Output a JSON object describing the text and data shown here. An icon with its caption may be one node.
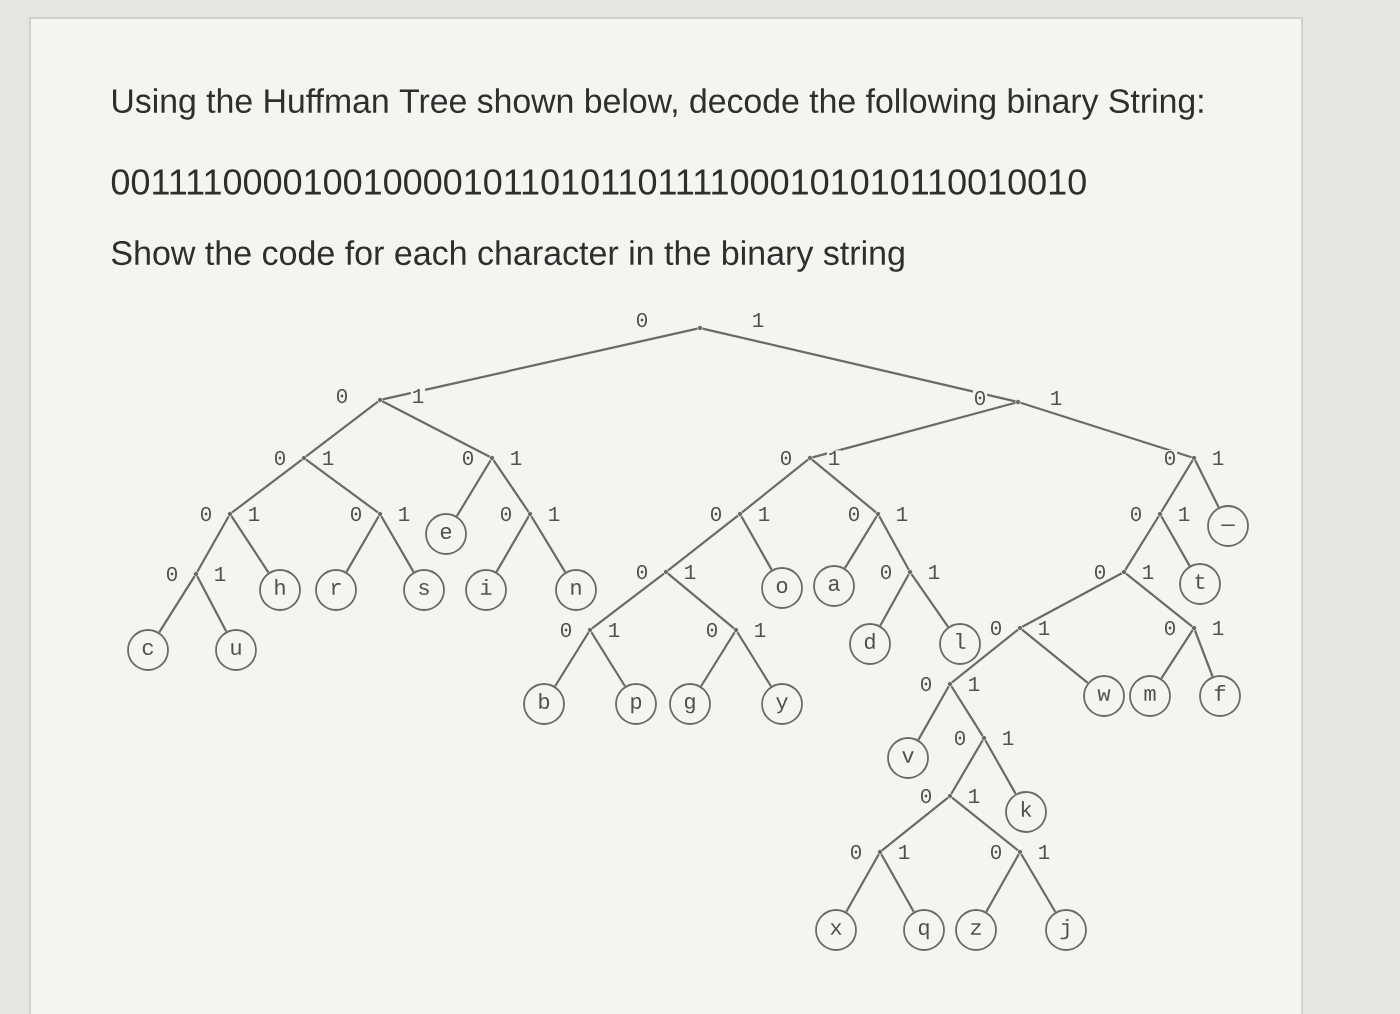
{
  "diagram": {
    "nodes": [
      {
        "text": [],
        "shape": "point"
      },
      {
        "text": [],
        "shape": "point"
      },
      {
        "text": [],
        "shape": "point"
      },
      {
        "text": [],
        "shape": "point"
      },
      {
        "text": [],
        "shape": "point"
      },
      {
        "text": [],
        "shape": "point"
      },
      {
        "text": [],
        "shape": "point"
      },
      {
        "text": [],
        "shape": "point"
      },
      {
        "text": [],
        "shape": "point"
      },
      {
        "text": [],
        "shape": "point"
      },
      {
        "text": [],
        "shape": "point"
      },
      {
        "text": [],
        "shape": "point"
      },
      {
        "text": [],
        "shape": "point"
      },
      {
        "text": [
          "e"
        ]
      },
      {
        "text": [
          "—"
        ]
      },
      {
        "text": [],
        "shape": "point"
      },
      {
        "text": [],
        "shape": "point"
      },
      {
        "text": [],
        "shape": "point"
      },
      {
        "text": [],
        "shape": "point"
      },
      {
        "text": [
          "h"
        ]
      },
      {
        "text": [
          "r"
        ]
      },
      {
        "text": [
          "s"
        ]
      },
      {
        "text": [
          "i"
        ]
      },
      {
        "text": [
          "n"
        ]
      },
      {
        "text": [
          "o"
        ]
      },
      {
        "text": [
          "a"
        ]
      },
      {
        "text": [
          "t"
        ]
      },
      {
        "text": [],
        "shape": "point"
      },
      {
        "text": [],
        "shape": "point"
      },
      {
        "text": [],
        "shape": "point"
      },
      {
        "text": [],
        "shape": "point"
      },
      {
        "text": [
          "d"
        ]
      },
      {
        "text": [
          "l"
        ]
      },
      {
        "text": [
          "c"
        ]
      },
      {
        "text": [
          "u"
        ]
      },
      {
        "text": [],
        "shape": "point"
      },
      {
        "text": [
          "w"
        ]
      },
      {
        "text": [
          "m"
        ]
      },
      {
        "text": [
          "f"
        ]
      },
      {
        "text": [
          "b"
        ]
      },
      {
        "text": [
          "p"
        ]
      },
      {
        "text": [
          "g"
        ]
      },
      {
        "text": [
          "y"
        ]
      },
      {
        "text": [],
        "shape": "point"
      },
      {
        "text": [
          "v"
        ]
      },
      {
        "text": [],
        "shape": "point"
      },
      {
        "text": [
          "k"
        ]
      },
      {
        "text": [],
        "shape": "point"
      },
      {
        "text": [],
        "shape": "point"
      },
      {
        "text": [
          "x"
        ]
      },
      {
        "text": [
          "q"
        ]
      },
      {
        "text": [
          "z"
        ]
      },
      {
        "text": [
          "j"
        ]
      }
    ],
    "edges": [
      {
        "from": 0,
        "to": 1,
        "arrow": "none",
        "label": "0"
      },
      {
        "from": 0,
        "to": 2,
        "arrow": "none",
        "label": "1"
      },
      {
        "from": 1,
        "to": 3,
        "arrow": "none",
        "label": "0"
      },
      {
        "from": 1,
        "to": 4,
        "arrow": "none",
        "label": "1"
      },
      {
        "from": 2,
        "to": 5,
        "arrow": "none",
        "label": "0"
      },
      {
        "from": 2,
        "to": 6,
        "arrow": "none",
        "label": "1"
      },
      {
        "from": 3,
        "to": 7,
        "arrow": "none",
        "label": "0"
      },
      {
        "from": 3,
        "to": 8,
        "arrow": "none",
        "label": "1"
      },
      {
        "from": 4,
        "to": 13,
        "arrow": "none",
        "label": "0"
      },
      {
        "from": 4,
        "to": 9,
        "arrow": "none",
        "label": "1"
      },
      {
        "from": 5,
        "to": 10,
        "arrow": "none",
        "label": "0"
      },
      {
        "from": 5,
        "to": 11,
        "arrow": "none",
        "label": "1"
      },
      {
        "from": 6,
        "to": 12,
        "arrow": "none",
        "label": "0"
      },
      {
        "from": 6,
        "to": 14,
        "arrow": "none",
        "label": "1"
      },
      {
        "from": 7,
        "to": 15,
        "arrow": "none",
        "label": "0"
      },
      {
        "from": 7,
        "to": 19,
        "arrow": "none",
        "label": "1"
      },
      {
        "from": 8,
        "to": 20,
        "arrow": "none",
        "label": "0"
      },
      {
        "from": 8,
        "to": 21,
        "arrow": "none",
        "label": "1"
      },
      {
        "from": 9,
        "to": 22,
        "arrow": "none",
        "label": "0"
      },
      {
        "from": 9,
        "to": 23,
        "arrow": "none",
        "label": "1"
      },
      {
        "from": 10,
        "to": 16,
        "arrow": "none",
        "label": "0"
      },
      {
        "from": 10,
        "to": 24,
        "arrow": "none",
        "label": "1"
      },
      {
        "from": 11,
        "to": 25,
        "arrow": "none",
        "label": "0"
      },
      {
        "from": 11,
        "to": 17,
        "arrow": "none",
        "label": "1"
      },
      {
        "from": 12,
        "to": 18,
        "arrow": "none",
        "label": "0"
      },
      {
        "from": 12,
        "to": 26,
        "arrow": "none",
        "label": "1"
      },
      {
        "from": 15,
        "to": 33,
        "arrow": "none",
        "label": "0"
      },
      {
        "from": 15,
        "to": 34,
        "arrow": "none",
        "label": "1"
      },
      {
        "from": 16,
        "to": 27,
        "arrow": "none",
        "label": "0"
      },
      {
        "from": 16,
        "to": 28,
        "arrow": "none",
        "label": "1"
      },
      {
        "from": 17,
        "to": 31,
        "arrow": "none",
        "label": "0"
      },
      {
        "from": 17,
        "to": 32,
        "arrow": "none",
        "label": "1"
      },
      {
        "from": 18,
        "to": 29,
        "arrow": "none",
        "label": "0"
      },
      {
        "from": 18,
        "to": 30,
        "arrow": "none",
        "label": "1"
      },
      {
        "from": 27,
        "to": 39,
        "arrow": "none",
        "label": "0"
      },
      {
        "from": 27,
        "to": 40,
        "arrow": "none",
        "label": "1"
      },
      {
        "from": 28,
        "to": 41,
        "arrow": "none",
        "label": "0"
      },
      {
        "from": 28,
        "to": 42,
        "arrow": "none",
        "label": "1"
      },
      {
        "from": 29,
        "to": 35,
        "arrow": "none",
        "label": "0"
      },
      {
        "from": 29,
        "to": 36,
        "arrow": "none",
        "label": "1"
      },
      {
        "from": 30,
        "to": 37,
        "arrow": "none",
        "label": "0"
      },
      {
        "from": 30,
        "to": 38,
        "arrow": "none",
        "label": "1"
      },
      {
        "from": 35,
        "to": 44,
        "arrow": "none",
        "label": "0"
      },
      {
        "from": 35,
        "to": 43,
        "arrow": "none",
        "label": "1"
      },
      {
        "from": 43,
        "to": 45,
        "arrow": "none",
        "label": "0"
      },
      {
        "from": 43,
        "to": 46,
        "arrow": "none",
        "label": "1"
      },
      {
        "from": 45,
        "to": 47,
        "arrow": "none",
        "label": "0"
      },
      {
        "from": 45,
        "to": 48,
        "arrow": "none",
        "label": "1"
      },
      {
        "from": 47,
        "to": 49,
        "arrow": "none",
        "label": "0"
      },
      {
        "from": 47,
        "to": 50,
        "arrow": "none",
        "label": "1"
      },
      {
        "from": 48,
        "to": 51,
        "arrow": "none",
        "label": "0"
      },
      {
        "from": 48,
        "to": 52,
        "arrow": "none",
        "label": "1"
      }
    ],
    "labels": [
      "Using the Huffman Tree shown below, decode the following binary String:",
      "00111100001001000010110101101111000101010110010010",
      "Show the code for each character in the binary string"
    ]
  }
}
